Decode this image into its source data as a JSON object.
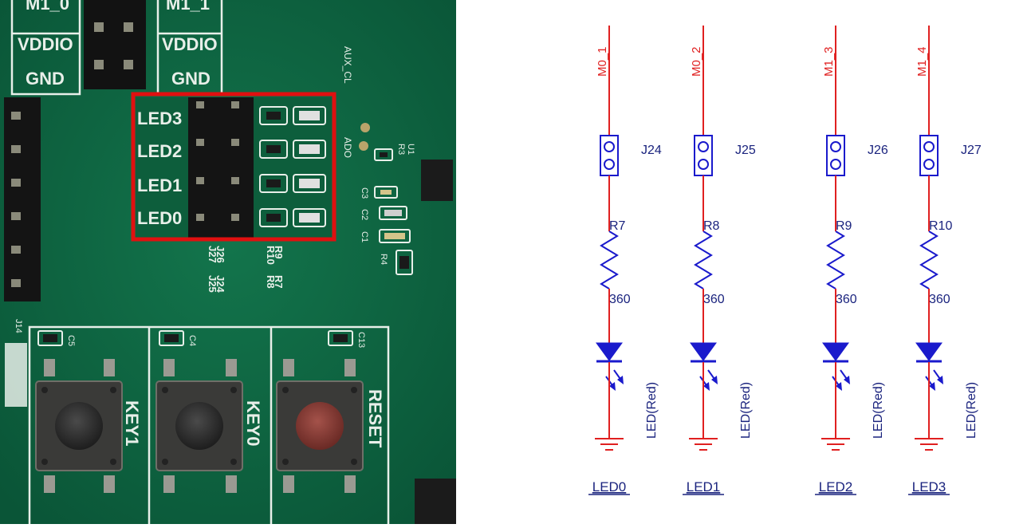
{
  "colors": {
    "pcb_green": "#0f6b45",
    "pcb_dark": "#0a5233",
    "silk": "#e8efe9",
    "highlight_red": "#e01010",
    "net_red": "#e02020",
    "wire_blue": "#1a1acc",
    "label_navy": "#1a237e",
    "ground_red": "#e02020",
    "button_dark": "#2e2e2e",
    "button_reset": "#8a3a34"
  },
  "photo": {
    "top_labels": {
      "left_top": "M1_0",
      "left_vddio": "VDDIO",
      "left_gnd": "GND",
      "right_top": "M1_1",
      "right_vddio": "VDDIO",
      "right_gnd": "GND"
    },
    "led_labels": [
      "LED3",
      "LED2",
      "LED1",
      "LED0"
    ],
    "side_labels": {
      "aux": "AUX_CL",
      "ado": "ADO",
      "u1": "U1",
      "r3": "R3",
      "c3": "C3",
      "c2": "C2",
      "c1": "C1",
      "r4": "R4",
      "j14": "J14"
    },
    "jumper_refs": [
      "J27",
      "J26",
      "J25",
      "J24"
    ],
    "resistor_refs": [
      "R10",
      "R9",
      "R8",
      "R7"
    ],
    "buttons": [
      {
        "label": "KEY1",
        "cap": "C5",
        "icon": "tactile-button-icon"
      },
      {
        "label": "KEY0",
        "cap": "C4",
        "icon": "tactile-button-icon"
      },
      {
        "label": "RESET",
        "cap": "C13",
        "icon": "tactile-button-icon"
      }
    ]
  },
  "schematic": {
    "channels": [
      {
        "net": "M0_1",
        "jumper": "J24",
        "resistor": "R7",
        "value": "360",
        "led": "LED(Red)",
        "label": "LED0"
      },
      {
        "net": "M0_2",
        "jumper": "J25",
        "resistor": "R8",
        "value": "360",
        "led": "LED(Red)",
        "label": "LED1"
      },
      {
        "net": "M1_3",
        "jumper": "J26",
        "resistor": "R9",
        "value": "360",
        "led": "LED(Red)",
        "label": "LED2"
      },
      {
        "net": "M1_4",
        "jumper": "J27",
        "resistor": "R10",
        "value": "360",
        "led": "LED(Red)",
        "label": "LED3"
      }
    ]
  }
}
